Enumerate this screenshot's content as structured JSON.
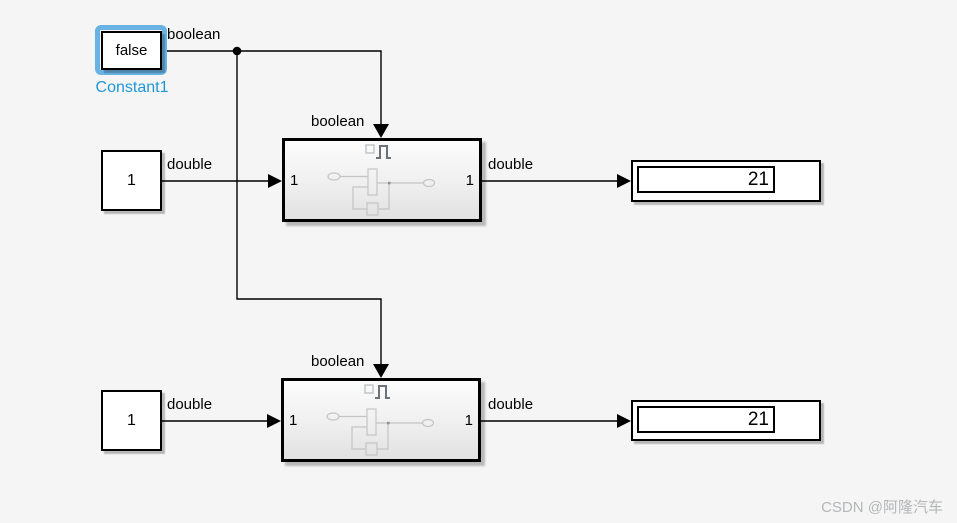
{
  "canvas": {
    "background": "#f5f5f5"
  },
  "colors": {
    "selection_highlight": "#68b3e2",
    "selected_block_label": "#2196d6",
    "wire": "#000000",
    "subsystem_thumbnail_gray": "#c4c4c4",
    "enable_pulse_icon_gray": "#6a737b",
    "watermark_gray": "#b4b6b8"
  },
  "blocks": {
    "constant_false": {
      "value": "false",
      "label": "Constant1",
      "signal_label": "boolean"
    },
    "constant_one_top": {
      "value": "1",
      "signal_label": "double"
    },
    "constant_one_bottom": {
      "value": "1",
      "signal_label": "double"
    },
    "subsystem_top": {
      "enable_signal_label": "boolean",
      "inport_label": "1",
      "outport_label": "1",
      "output_signal_label": "double"
    },
    "subsystem_bottom": {
      "enable_signal_label": "boolean",
      "inport_label": "1",
      "outport_label": "1",
      "output_signal_label": "double"
    },
    "display_top": {
      "value": "21"
    },
    "display_bottom": {
      "value": "21"
    }
  },
  "watermark": {
    "text": "CSDN @阿隆汽车"
  }
}
